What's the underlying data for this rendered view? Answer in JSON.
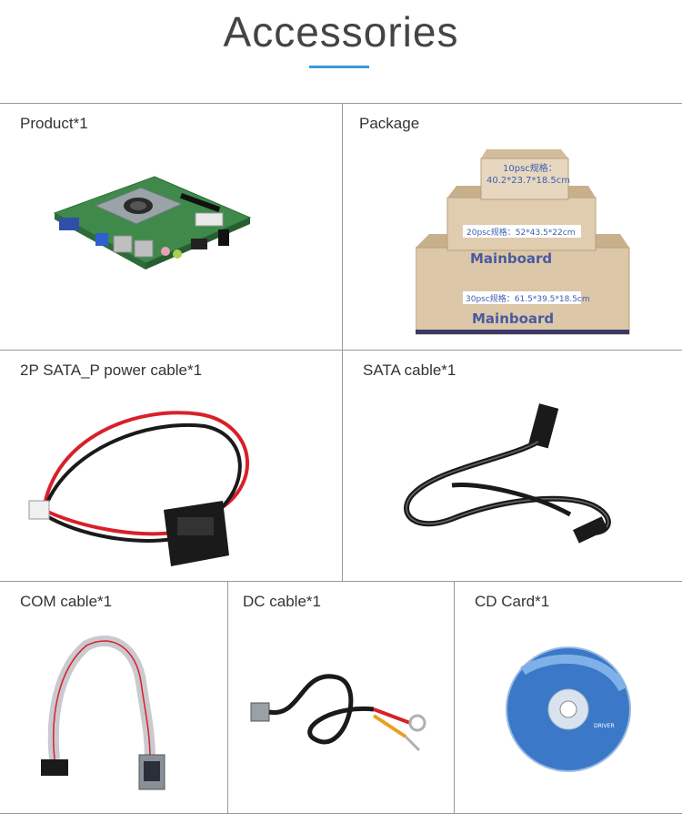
{
  "page": {
    "title": "Accessories"
  },
  "items": [
    {
      "label": "Product*1"
    },
    {
      "label": "Package"
    },
    {
      "label": "2P SATA_P power cable*1"
    },
    {
      "label": "SATA cable*1"
    },
    {
      "label": "COM cable*1"
    },
    {
      "label": "DC cable*1"
    },
    {
      "label": "CD Card*1"
    }
  ],
  "package_boxes": {
    "small": "10psc规格：40.2*23.7*18.5cm",
    "medium": "20psc规格：52*43.5*22cm",
    "large": "30psc规格：61.5*39.5*18.5cm",
    "brand": "Mainboard"
  },
  "cd_label": "DRIVER",
  "colors": {
    "accent": "#3a9ad9",
    "divider": "#9a9a9a",
    "pcb_green": "#3f8a4a",
    "cable_red": "#d8202a",
    "cable_black": "#1a1a1a",
    "box_tan": "#dcc7a8",
    "cd_blue": "#3b78c8"
  }
}
